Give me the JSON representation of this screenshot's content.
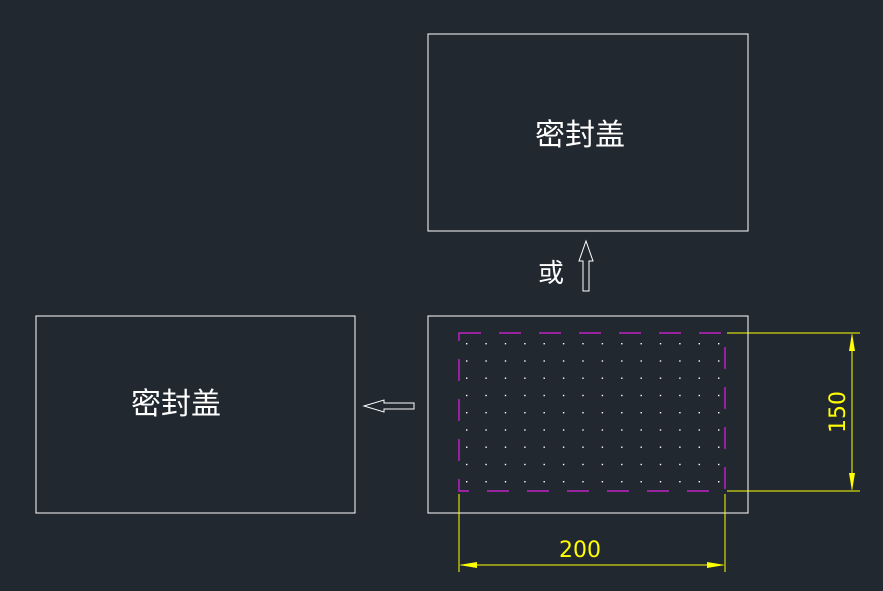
{
  "drawing": {
    "box_top": {
      "label": "密封盖"
    },
    "box_left": {
      "label": "密封盖"
    },
    "or_label": "或",
    "grid": {
      "rows": 9,
      "cols": 14
    },
    "dimensions": {
      "width": "200",
      "height": "150"
    }
  },
  "colors": {
    "background": "#212830",
    "line": "#ffffff",
    "grid_border": "#e020e0",
    "dimension": "#ffff00"
  },
  "icons": {
    "arrow_up": "arrow-up-icon",
    "arrow_left": "arrow-left-icon"
  }
}
